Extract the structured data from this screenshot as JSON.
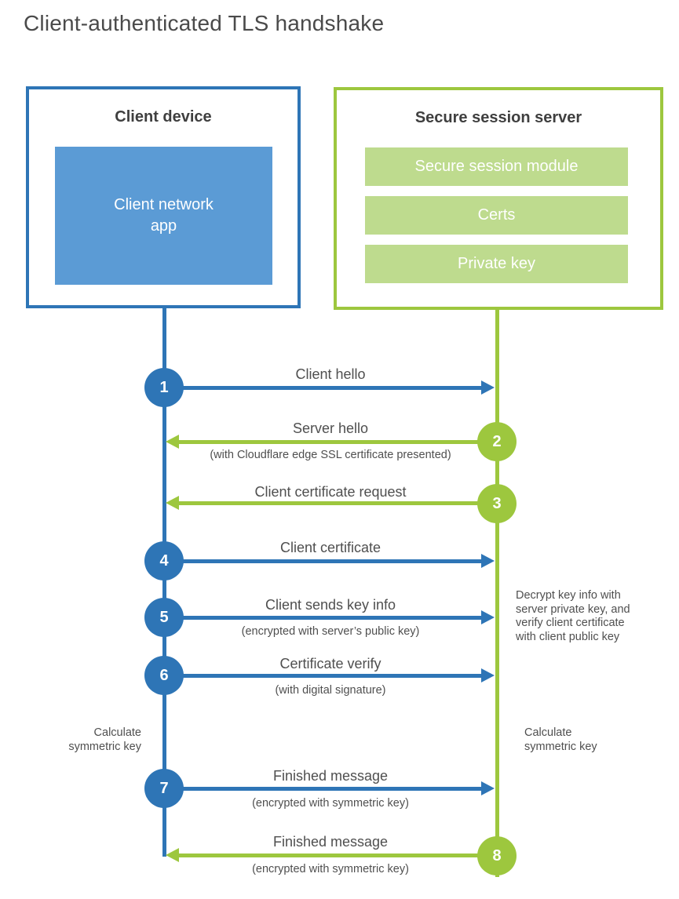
{
  "title": "Client-authenticated TLS handshake",
  "colors": {
    "client_accent": "#2e75b6",
    "client_fill": "#5b9bd5",
    "server_accent": "#9dc73e",
    "server_fill": "#bedb8e"
  },
  "client_box": {
    "title": "Client device",
    "inner_label": "Client network\napp"
  },
  "server_box": {
    "title": "Secure session server",
    "modules": [
      "Secure session module",
      "Certs",
      "Private key"
    ]
  },
  "steps": [
    {
      "num": "1",
      "direction": "client-to-server",
      "label": "Client hello",
      "sublabel": ""
    },
    {
      "num": "2",
      "direction": "server-to-client",
      "label": "Server hello",
      "sublabel": "(with Cloudflare edge SSL certificate presented)"
    },
    {
      "num": "3",
      "direction": "server-to-client",
      "label": "Client certificate request",
      "sublabel": ""
    },
    {
      "num": "4",
      "direction": "client-to-server",
      "label": "Client certificate",
      "sublabel": ""
    },
    {
      "num": "5",
      "direction": "client-to-server",
      "label": "Client sends key info",
      "sublabel": "(encrypted with server’s public key)"
    },
    {
      "num": "6",
      "direction": "client-to-server",
      "label": "Certificate verify",
      "sublabel": "(with digital signature)"
    },
    {
      "num": "7",
      "direction": "client-to-server",
      "label": "Finished message",
      "sublabel": "(encrypted with symmetric key)"
    },
    {
      "num": "8",
      "direction": "server-to-client",
      "label": "Finished message",
      "sublabel": "(encrypted with symmetric key)"
    }
  ],
  "notes": {
    "server_decrypt": "Decrypt key info with\nserver private key, and\nverify client certificate\nwith client public key",
    "calc_left": "Calculate\nsymmetric key",
    "calc_right": "Calculate\nsymmetric key"
  }
}
